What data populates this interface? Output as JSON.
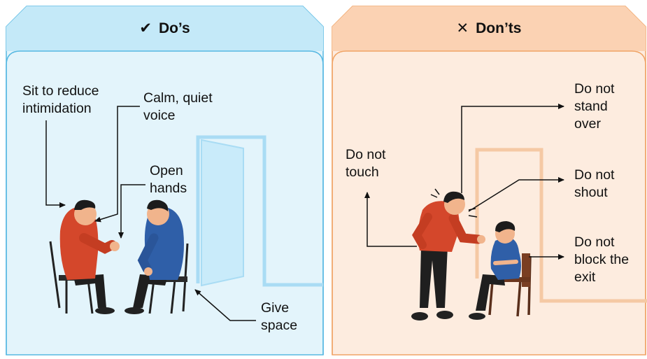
{
  "dos": {
    "title": "Do’s",
    "title_icon": "check-icon",
    "labels": {
      "sit": "Sit to reduce\nintimidation",
      "voice": "Calm, quiet\nvoice",
      "hands": "Open\nhands",
      "space": "Give\nspace"
    }
  },
  "donts": {
    "title": "Don’ts",
    "title_icon": "cross-icon",
    "labels": {
      "touch": "Do not\ntouch",
      "stand": "Do not\nstand\nover",
      "shout": "Do not\nshout",
      "block": "Do not\nblock the\nexit"
    }
  },
  "colors": {
    "dos_panel": "#e3f4fb",
    "dos_header": "#c4e9f8",
    "dos_border": "#56b8e2",
    "donts_panel": "#fdecdf",
    "donts_header": "#fbd2b3",
    "donts_border": "#f0a466"
  }
}
